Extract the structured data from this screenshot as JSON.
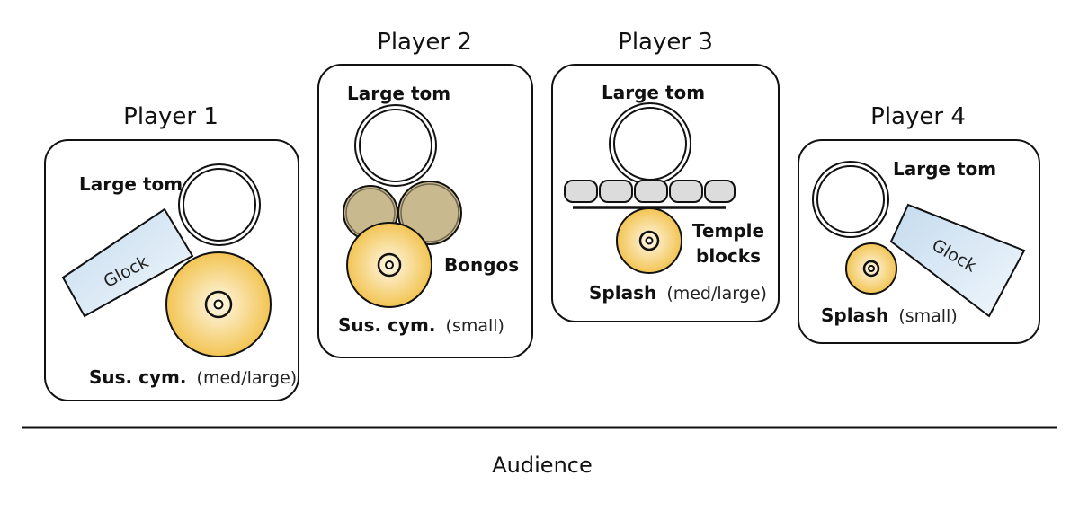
{
  "colors": {
    "cymbal": "#f3c85a",
    "cymbal_light": "#fff6df",
    "glock": "#c9deef",
    "glock_light": "#eef5fb",
    "bongo": "#c8b88f",
    "temple_block": "#dcdcdc",
    "stroke": "#111111"
  },
  "audience": {
    "label": "Audience"
  },
  "players": [
    {
      "title": "Player 1",
      "large_tom": "Large tom",
      "glock": "Glock",
      "cymbal_name": "Sus. cym.",
      "cymbal_size": "(med/large)"
    },
    {
      "title": "Player 2",
      "large_tom": "Large tom",
      "bongos": "Bongos",
      "cymbal_name": "Sus. cym.",
      "cymbal_size": "(small)"
    },
    {
      "title": "Player 3",
      "large_tom": "Large tom",
      "temple_blocks_line1": "Temple",
      "temple_blocks_line2": "blocks",
      "cymbal_name": "Splash",
      "cymbal_size": "(med/large)"
    },
    {
      "title": "Player 4",
      "large_tom": "Large tom",
      "glock": "Glock",
      "cymbal_name": "Splash",
      "cymbal_size": "(small)"
    }
  ]
}
